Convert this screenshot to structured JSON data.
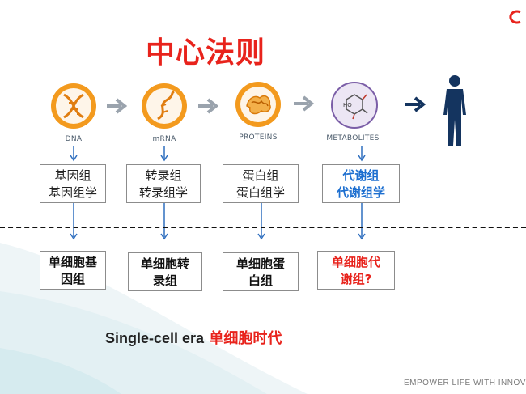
{
  "title": "中心法则",
  "omics": [
    {
      "icon": "dna-helix-icon",
      "label": "DNA",
      "bulk_line1": "基因组",
      "bulk_line2": "基因组学",
      "sc_line1": "单细胞基",
      "sc_line2": "因组"
    },
    {
      "icon": "mrna-strand-icon",
      "label": "mRNA",
      "bulk_line1": "转录组",
      "bulk_line2": "转录组学",
      "sc_line1": "单细胞转",
      "sc_line2": "录组"
    },
    {
      "icon": "protein-structure-icon",
      "label": "PROTEINS",
      "bulk_line1": "蛋白组",
      "bulk_line2": "蛋白组学",
      "sc_line1": "单细胞蛋",
      "sc_line2": "白组"
    },
    {
      "icon": "metabolite-molecule-icon",
      "label": "METABOLITES",
      "bulk_line1": "代谢组",
      "bulk_line2": "代谢组学",
      "sc_line1": "单细胞代",
      "sc_line2": "谢组?"
    }
  ],
  "molecule_text": "HO",
  "era": {
    "en": "Single-cell era",
    "cn": "单细胞时代"
  },
  "tagline": "EMPOWER LIFE WITH INNOV",
  "colors": {
    "title_red": "#e8231c",
    "circle_orange": "#f39a1e",
    "circle_purple": "#7b5ea7",
    "arrow_gray": "#9aa3ad",
    "arrow_blue": "#2f6fbf",
    "human_navy": "#14345f",
    "metabolite_blue": "#1d6fd0"
  }
}
